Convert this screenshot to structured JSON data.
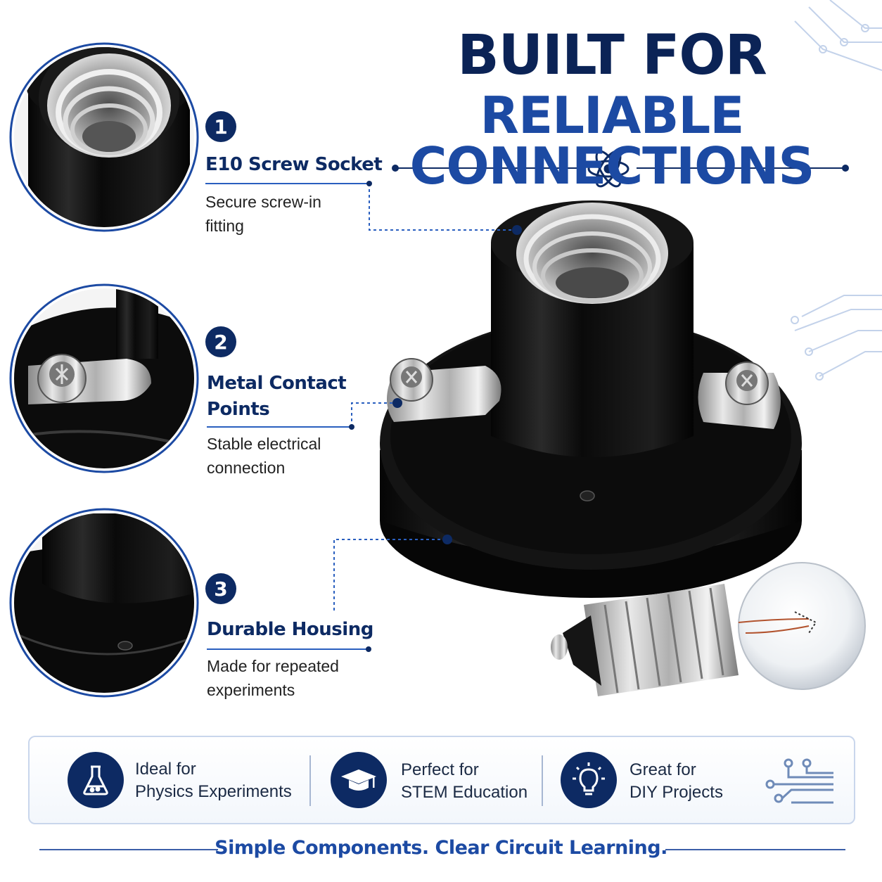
{
  "header": {
    "title_line1": "BUILT FOR",
    "title_line2": "RELIABLE CONNECTIONS"
  },
  "features": [
    {
      "number": "1",
      "title": "E10 Screw Socket",
      "desc_line1": "Secure screw-in",
      "desc_line2": "fitting"
    },
    {
      "number": "2",
      "title_line1": "Metal Contact",
      "title_line2": "Points",
      "desc_line1": "Stable electrical",
      "desc_line2": "connection"
    },
    {
      "number": "3",
      "title": "Durable Housing",
      "desc_line1": "Made for repeated",
      "desc_line2": "experiments"
    }
  ],
  "uses": [
    {
      "icon": "flask-icon",
      "line1": "Ideal for",
      "line2": "Physics Experiments"
    },
    {
      "icon": "graduation-cap-icon",
      "line1": "Perfect for",
      "line2": "STEM Education"
    },
    {
      "icon": "lightbulb-icon",
      "line1": "Great for",
      "line2": "DIY Projects"
    }
  ],
  "tagline": "Simple Components. Clear Circuit Learning.",
  "colors": {
    "navy": "#0d2a63",
    "blue": "#1c4aa3",
    "accent": "#2a5fbf"
  }
}
